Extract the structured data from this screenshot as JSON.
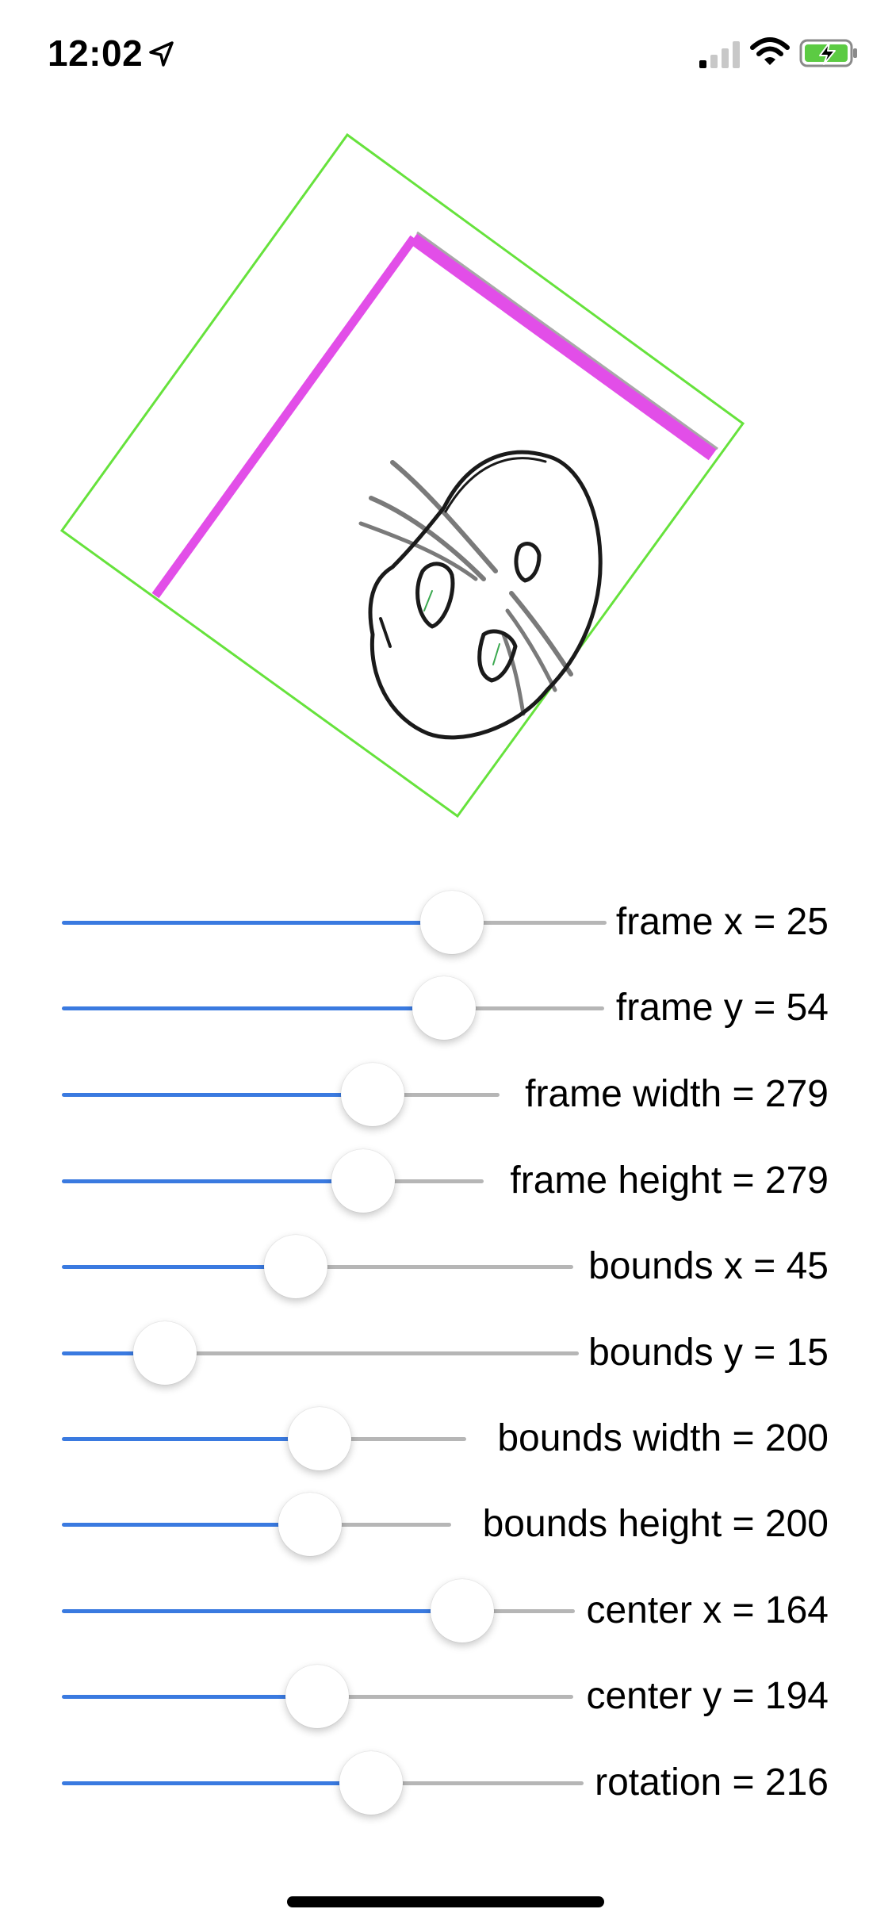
{
  "status_bar": {
    "time": "12:02"
  },
  "sliders": [
    {
      "label": "frame x = 25",
      "value": 0.704
    },
    {
      "label": "frame y = 54",
      "value": 0.695
    },
    {
      "label": "frame width = 279",
      "value": 0.678
    },
    {
      "label": "frame height = 279",
      "value": 0.676
    },
    {
      "label": "bounds x = 45",
      "value": 0.45
    },
    {
      "label": "bounds y = 15",
      "value": 0.2
    },
    {
      "label": "bounds width = 200",
      "value": 0.627
    },
    {
      "label": "bounds height = 200",
      "value": 0.633
    },
    {
      "label": "center x = 164",
      "value": 0.787
    },
    {
      "label": "center y = 194",
      "value": 0.495
    },
    {
      "label": "rotation = 216",
      "value": 0.592
    }
  ],
  "colors": {
    "accent": "#3a7ae0",
    "track": "#b6b6b6",
    "frame_outline": "#66e23c",
    "bounds_edge": "#e24ee8",
    "battery": "#5ccb43"
  }
}
